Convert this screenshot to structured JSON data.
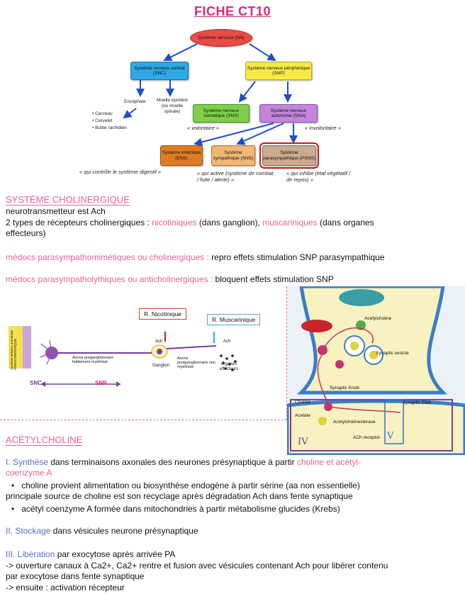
{
  "title": "FICHE CT10",
  "diagram": {
    "sn": "Système nerveux (SN)",
    "snc": "Système nerveux central (SNC)",
    "snp": "Système nerveux périphérique (SNP)",
    "encephale": "Encéphale",
    "moelle": "Moelle épinière (ou moelle spinale)",
    "encephale_items": [
      "• Cerveau",
      "• Cervelet",
      "• Bulbe rachidien"
    ],
    "sns": "Système nerveux somatique (SNS)",
    "sna": "Système nerveux autonome (SNA)",
    "volontaire": "« volontaire »",
    "involontaire": "« involontaire »",
    "ens": "Système entérique (ENS)",
    "snsy": "Système sympathique (SNS)",
    "psns": "Système parasympathique (PSNS)",
    "note_ens": "« qui contrôle le système digestif »",
    "note_sns": "« qui active (système de combat / fuite / alerte) »",
    "note_psns": "« qui inhibe (état végétatif / de repos) »"
  },
  "cholinergique": {
    "heading": "SYSTÈME CHOLINERGIQUE",
    "line1": "neurotransmetteur est Ach",
    "line2a": "2 types de récepteurs cholinergiques : ",
    "nicotiniques": "nicotiniques",
    "line2b": " (dans ganglion), ",
    "muscariniques": "muscariniques",
    "line2c": " (dans organes",
    "line2d": "effecteurs)",
    "para_label": "médocs parasympathomimétiques ou cholinergiques : ",
    "para_text": "repro effets stimulation SNP parasympathique",
    "anti_label": "médocs parasympatholythiques ou anticholinergiques : ",
    "anti_text": "bloquent effets stimulation SNP"
  },
  "figure_left": {
    "r_nicotinique": "R. Nicotinique",
    "r_muscarinique": "R. Muscarinique",
    "side_label": "Système nerveux autonome PARASYMPATHIQUE",
    "axone_pre": "Axone préganglionnaire faiblement myélinisé",
    "ach1": "Ach",
    "ach2": "Ach",
    "ganglion": "Ganglion",
    "axone_post": "Axone postganglionnaire non myélinisé",
    "organes": "organes effecteurs",
    "snc": "SNC",
    "snp": "SNP"
  },
  "figure_right": {
    "acetylcholine": "Acetylcholine",
    "synaptic_vesicle": "Synaptic vesicle",
    "synaptic_knob": "Synaptic Knob",
    "choline": "Choline",
    "acetate": "Acetate",
    "acetylcholinesterase": "Acetylcholinesterase",
    "synaptic_cleft": "Synaptic Cleft",
    "ach_receptor": "ACh receptor",
    "iv": "IV",
    "v": "V"
  },
  "acetylcholine": {
    "heading": "ACÉTYLCHOLINE",
    "s1_label": "I. Synthèse",
    "s1_text": " dans terminaisons axonales des neurones présynaptique à partir ",
    "s1_pink1": "choline et acétyl-",
    "s1_pink2": "coenzyme A",
    "b1": "choline provient alimentation ou biosynthèse endogène à partir sérine (aa non essentielle)",
    "b1b": "principale source de choline est son recyclage après dégradation Ach dans fente synaptique",
    "b2": "acétyl coenzyme A formée dans mitochondries à partir métabolisme glucides (Krebs)",
    "s2_label": "II. Stockage",
    "s2_text": " dans vésicules neurone présynaptique",
    "s3_label": "III. Libération",
    "s3_text": " par exocytose après arrivée PA",
    "s3_l1": "-> ouverture canaux à Ca2+, Ca2+ rentre et fusion avec vésicules contenant Ach pour libérer contenu",
    "s3_l2": "par exocytose dans fente synaptique",
    "s3_l3": "-> ensuite : activation récepteur"
  }
}
